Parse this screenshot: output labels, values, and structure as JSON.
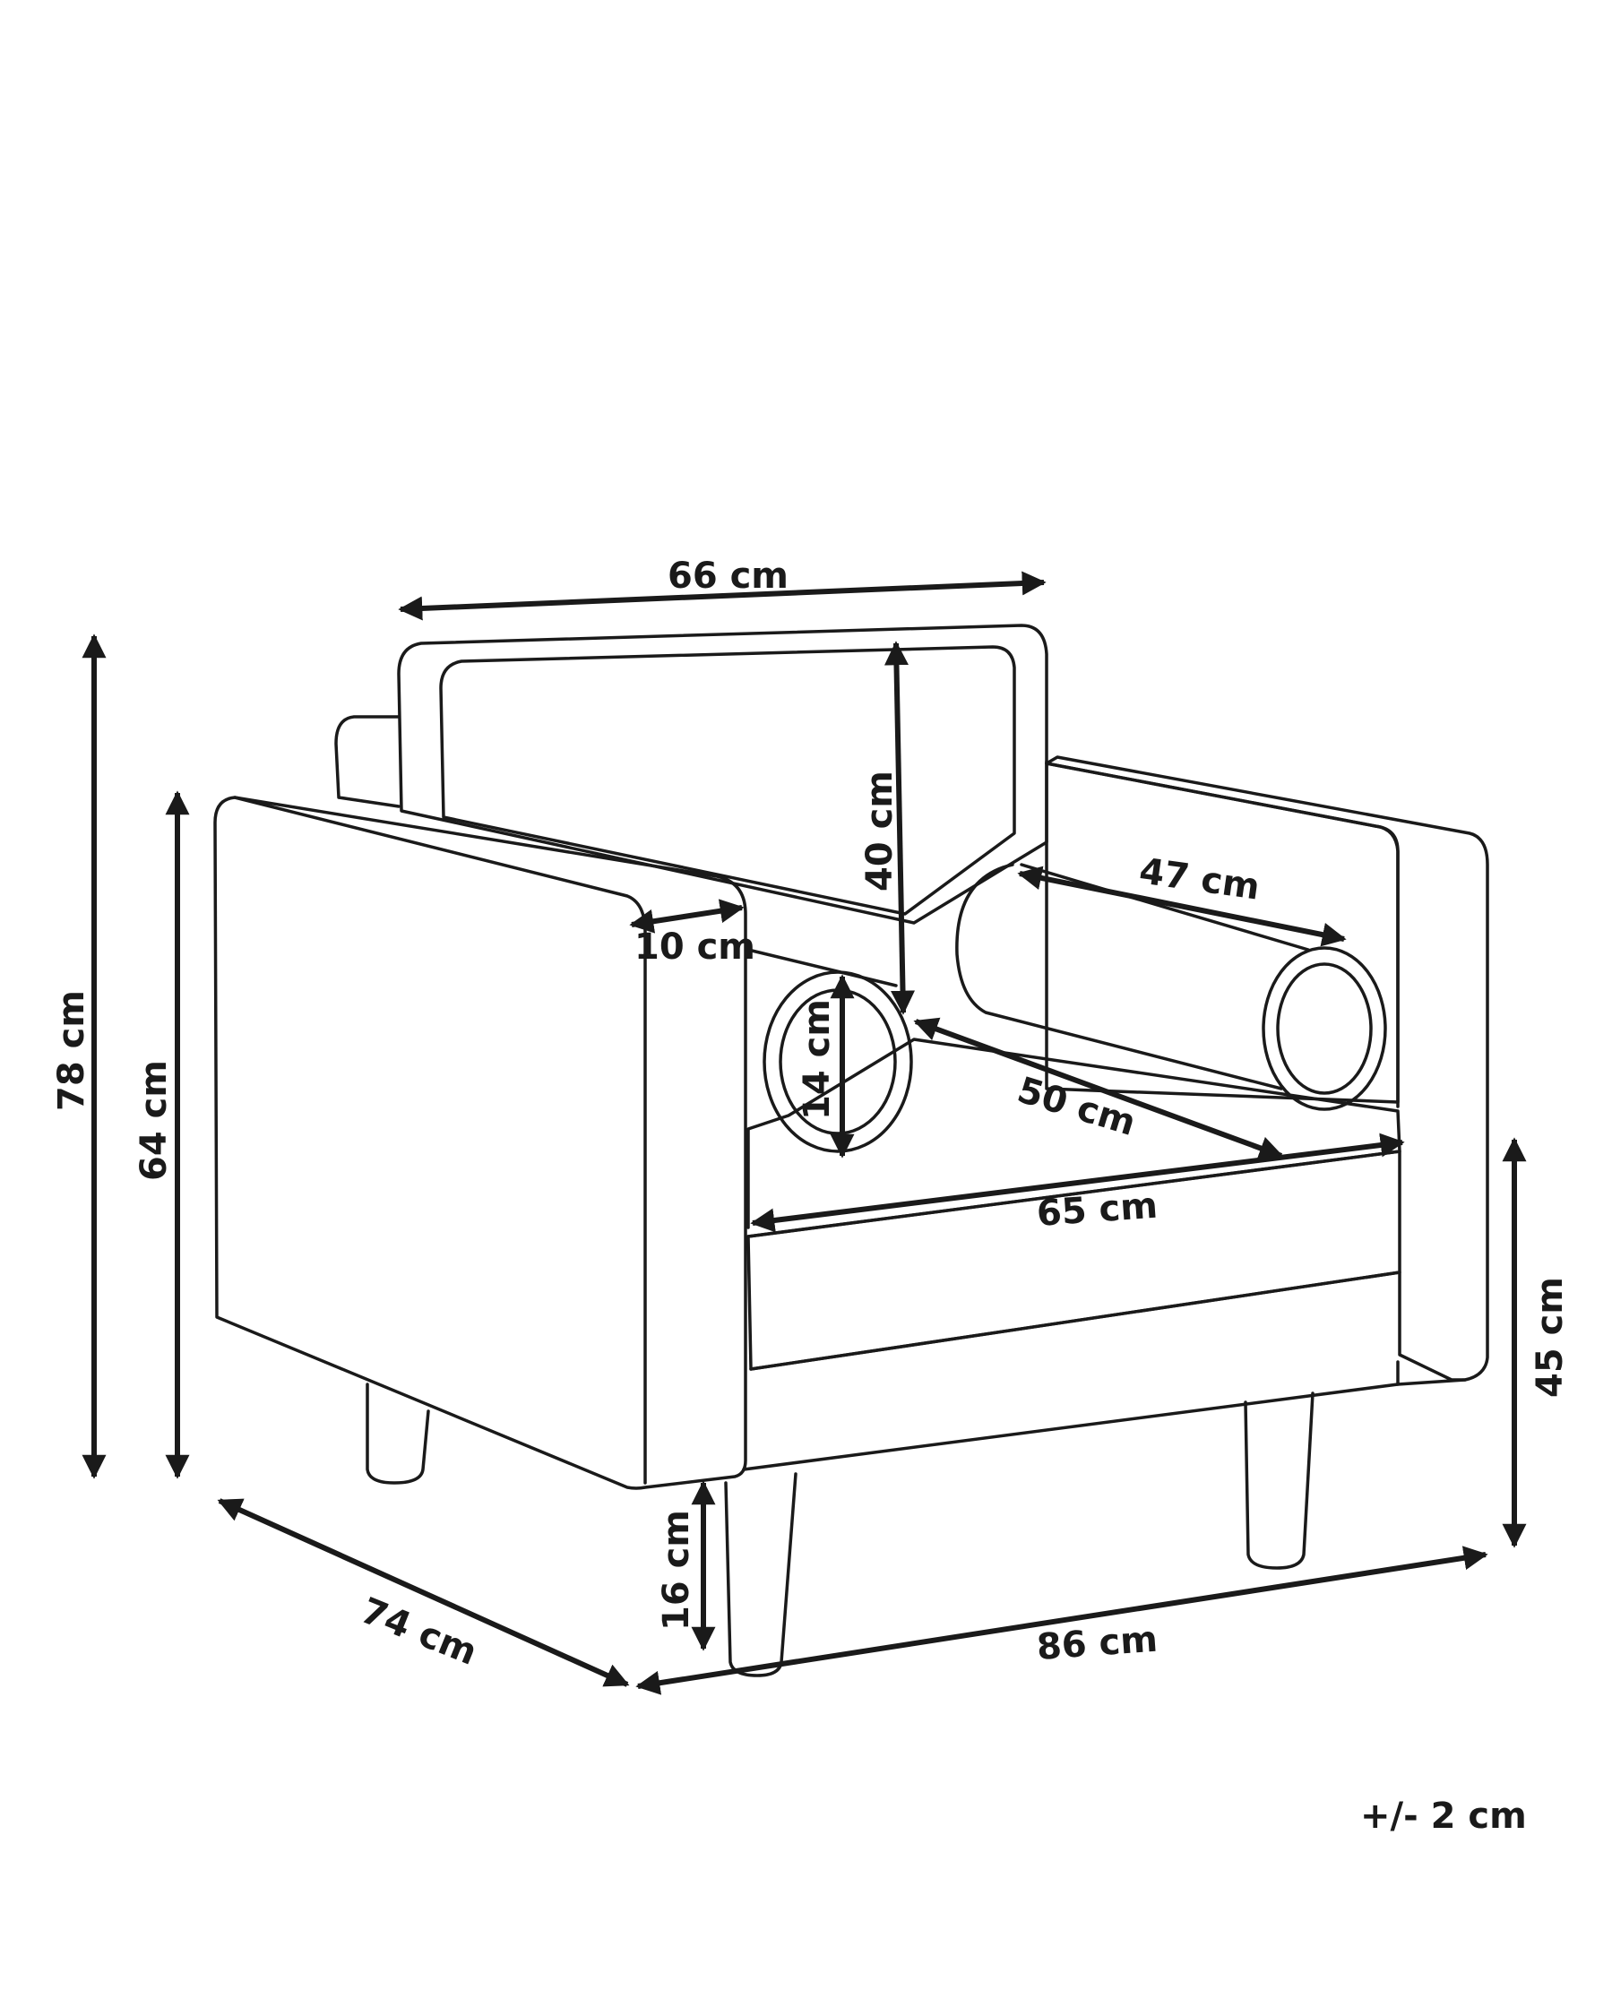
{
  "labels": {
    "width_back": "66 cm",
    "back_height": "40 cm",
    "bolster_length": "47 cm",
    "armrest_width": "10 cm",
    "bolster_diameter": "14 cm",
    "seat_depth": "50 cm",
    "seat_width": "65 cm",
    "total_height": "78 cm",
    "armrest_height": "64 cm",
    "seat_height": "45 cm",
    "leg_height": "16 cm",
    "depth": "74 cm",
    "width": "86 cm"
  },
  "tolerance": "+/- 2 cm"
}
